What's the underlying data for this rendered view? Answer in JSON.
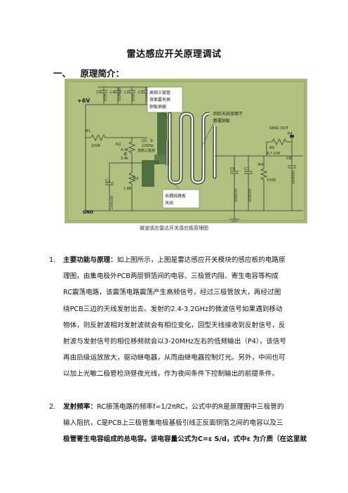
{
  "title": "雷达感应开关原理调试",
  "section": {
    "number": "一、",
    "title": "原理简介："
  },
  "schematic": {
    "vcc": "+6V",
    "c1": "C1",
    "c2": "C2",
    "c3": "C3",
    "c4": "C4",
    "c5": "C5",
    "c6": "C6",
    "c7": "C7",
    "c8": "C8",
    "r1": "R1",
    "r1_val": "100R",
    "r2": "R2",
    "r2_val": "4.3K\n或\n3.9k",
    "r3": "R3",
    "r3_val": "1.8K",
    "r4": "R4",
    "r4_val": "150R",
    "r5": "R5",
    "r5_val": "4.7-10K",
    "q1_desc": "Q1：9-\n12GHz\n高频三极管",
    "q1": "Q1",
    "cap_val_top": "470P",
    "cap_val": "100P/25V",
    "note_top": "高频三极管\n背面要有屏\n铜板屏蔽",
    "note_right": "回形天线背面不\n敷覆铜板",
    "note_bottom": "去耦线路板\n天线",
    "sing_out": "SING OUT",
    "p4": "P4",
    "gnd": "GND"
  },
  "caption": "微波感应雷达开关感应板原理图",
  "p1": {
    "number": "1.",
    "label": "主要功能与原理：",
    "lines": [
      "如上图所示，上图是雷达感应开关模块的感应板的电路原",
      "理图，由集电极外PCB两层铜箔间的电容、三极管内阻、寄生电容等构成",
      "RC震荡电路，该震荡电路震荡产生高频信号，经过三极管放大，再经过图",
      "绕PCB三边的天线发射出去。发射的2.4-3.2GHz的微波信号如果遇到移动",
      "物体，则反射波相对发射波就会有相位变化，回型天线接收到反射信号，反",
      "射波与发射信号的相位移频就会以3-20MHz左右的低频输出（P4），该信号",
      "再由后级运放放大，驱动继电器，从而由继电器控制灯光。另外，中间也可",
      "以加上光敏二极管检测昼夜光线，作为夜间条件下控制输出的前提条件。"
    ]
  },
  "p2": {
    "number": "2.",
    "label": "发射频率：",
    "lines": [
      "RC振荡电路的频率f=1/2πRC，公式中的R是原理图中三极管的",
      "输入阻抗，C是PCB上三极管集电极基极引线正反面铜箔之间的电容以及三",
      "极管寄生电容组成的总电容。该电容量公式为C=ε S/d，式中ε 为介质（在这里就"
    ]
  }
}
